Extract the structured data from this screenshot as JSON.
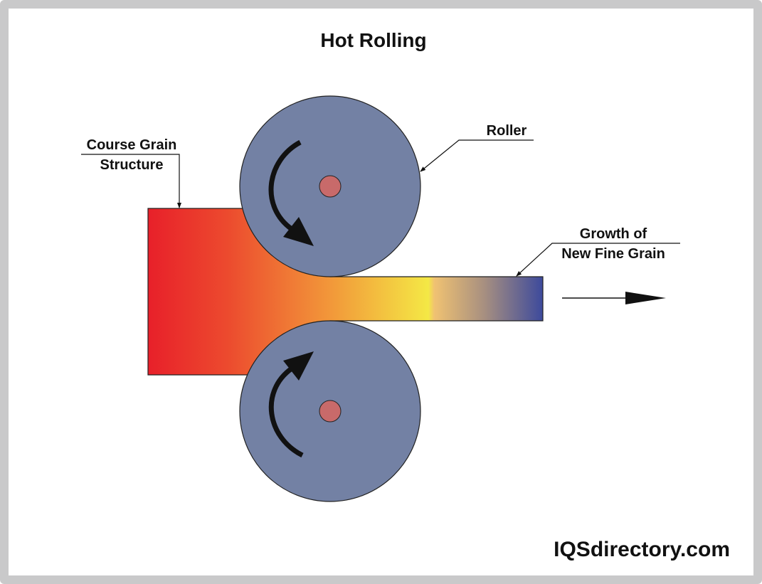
{
  "title": "Hot Rolling",
  "labels": {
    "course_grain_line1": "Course Grain",
    "course_grain_line2": "Structure",
    "roller": "Roller",
    "growth_line1": "Growth of",
    "growth_line2": "New Fine Grain"
  },
  "watermark": "IQSdirectory.com",
  "colors": {
    "roller": "#7381a4",
    "roller_axle": "#c86a6a",
    "hot": "#e8202a",
    "warm": "#f29a3a",
    "yellow": "#f4e845",
    "cool": "#3d4a9c",
    "frame": "#c9c9ca"
  }
}
